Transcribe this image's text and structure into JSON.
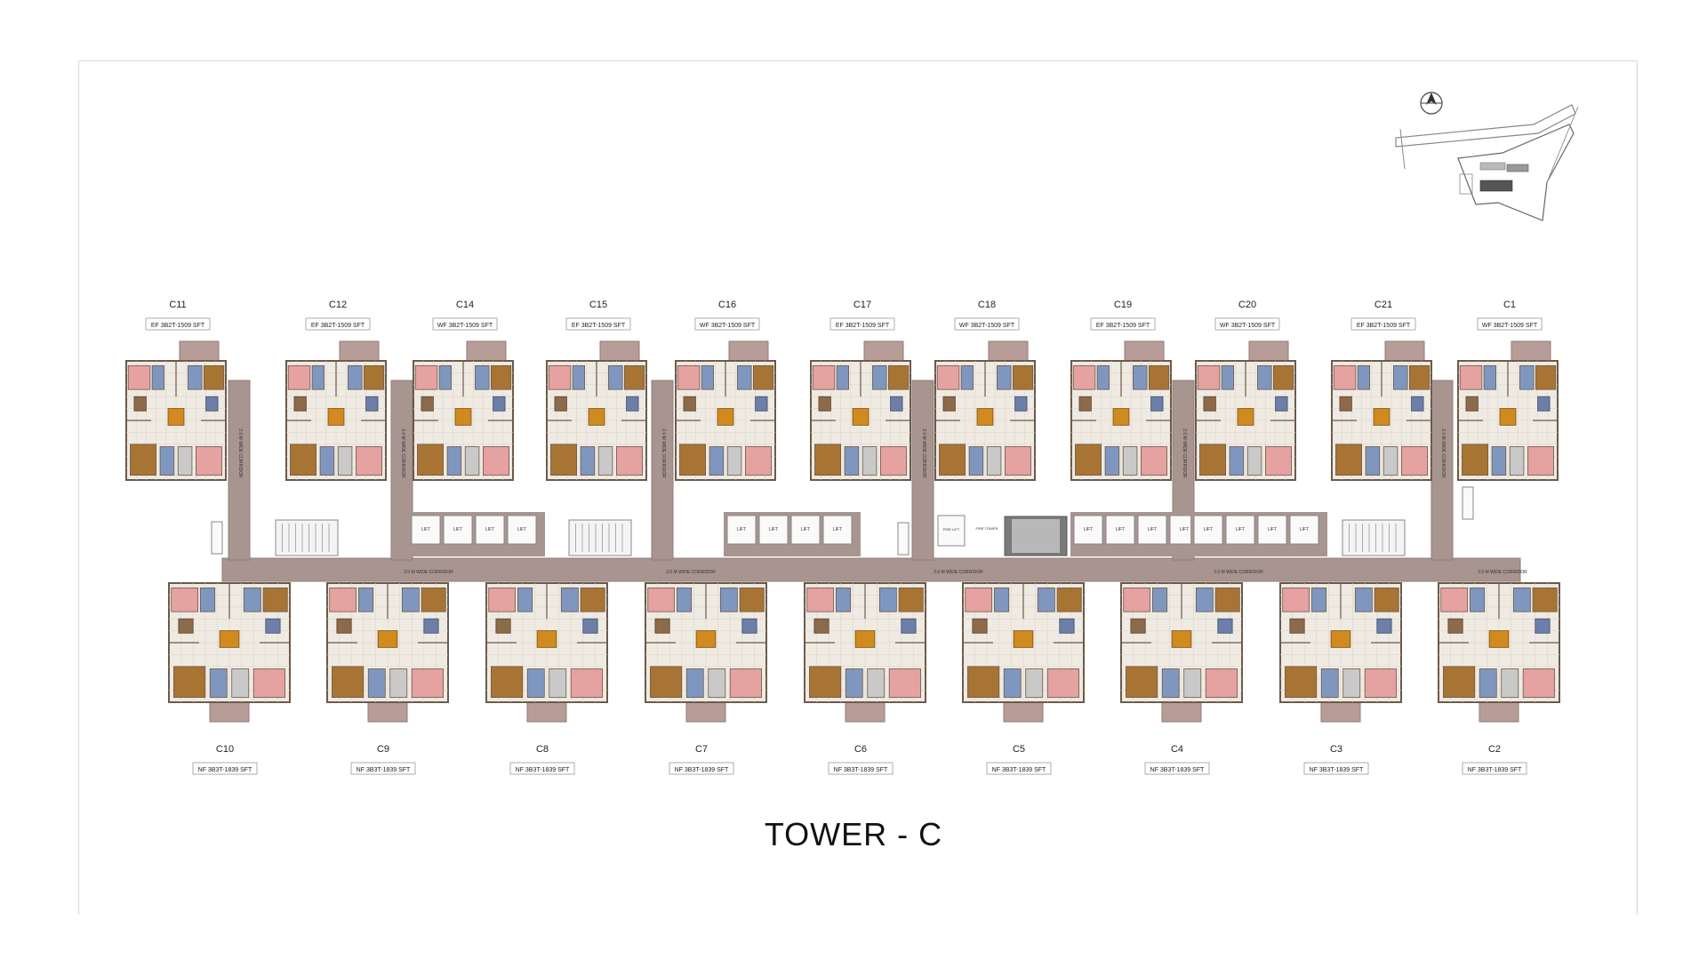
{
  "title": "TOWER - C",
  "colors": {
    "corridor": "#a89590",
    "corridor_edge": "#8f7d78",
    "balcony": "#b79c98",
    "wall": "#6b5a4a",
    "floor": "#efeae2",
    "wood": "#a87433",
    "blue": "#7f97bf",
    "pink": "#e5a2a0",
    "grey_tile": "#c9c9c9"
  },
  "top_units": [
    {
      "id": "C11",
      "spec": "EF 3B2T-1509 SFT"
    },
    {
      "id": "C12",
      "spec": "EF 3B2T-1509 SFT"
    },
    {
      "id": "C14",
      "spec": "WF 3B2T-1509 SFT"
    },
    {
      "id": "C15",
      "spec": "EF 3B2T-1509 SFT"
    },
    {
      "id": "C16",
      "spec": "WF 3B2T-1509 SFT"
    },
    {
      "id": "C17",
      "spec": "EF 3B2T-1509 SFT"
    },
    {
      "id": "C18",
      "spec": "WF 3B2T-1509 SFT"
    },
    {
      "id": "C19",
      "spec": "EF 3B2T-1509 SFT"
    },
    {
      "id": "C20",
      "spec": "WF 3B2T-1509 SFT"
    },
    {
      "id": "C21",
      "spec": "EF 3B2T-1509 SFT"
    },
    {
      "id": "C1",
      "spec": "WF 3B2T-1509 SFT"
    }
  ],
  "bottom_units": [
    {
      "id": "C10",
      "spec": "NF 3B3T-1839 SFT"
    },
    {
      "id": "C9",
      "spec": "NF 3B3T-1839 SFT"
    },
    {
      "id": "C8",
      "spec": "NF 3B3T-1839 SFT"
    },
    {
      "id": "C7",
      "spec": "NF 3B3T-1839 SFT"
    },
    {
      "id": "C6",
      "spec": "NF 3B3T-1839 SFT"
    },
    {
      "id": "C5",
      "spec": "NF 3B3T-1839 SFT"
    },
    {
      "id": "C4",
      "spec": "NF 3B3T-1839 SFT"
    },
    {
      "id": "C3",
      "spec": "NF 3B3T-1839 SFT"
    },
    {
      "id": "C2",
      "spec": "NF 3B3T-1839 SFT"
    }
  ],
  "corridor_label": "2.0 M WIDE CORRIDOR",
  "lift_label": "LIFT",
  "lift_groups": 4,
  "fire_lift_label": "FIRE LIFT",
  "fire_tower_label": "FIRE TOWER"
}
